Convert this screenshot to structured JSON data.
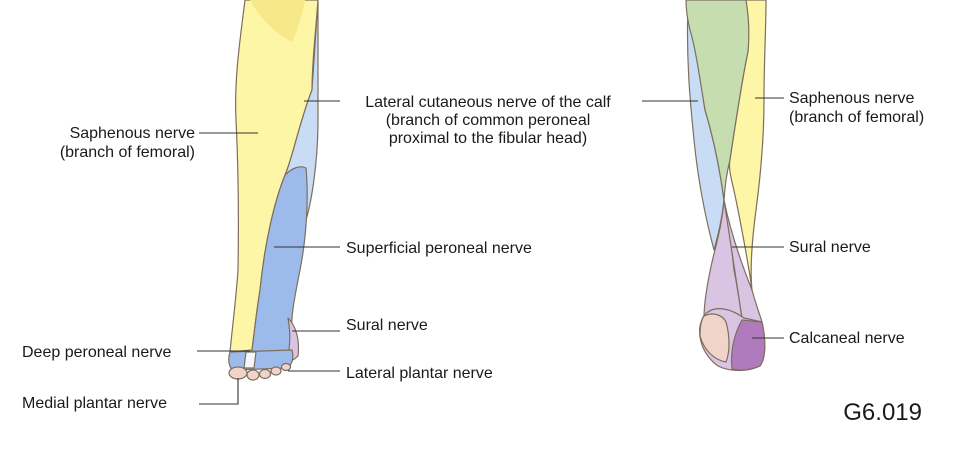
{
  "figure_id": "G6.019",
  "colors": {
    "saphenous": "#fdf6a6",
    "saphenous_upper": "#f7e98a",
    "lateral_cutaneous": "#c8ddf5",
    "superficial_peroneal": "#9dbbea",
    "deep_peroneal": "#7f9fdd",
    "sural": "#d9c4e4",
    "calcaneal": "#b07bbd",
    "posterior_upper": "#c6ddb0",
    "skin": "#f0d3c9",
    "outline": "#7d6e5e"
  },
  "anterior_view": {
    "labels": {
      "saphenous_1": "Saphenous nerve",
      "saphenous_2": "(branch of femoral)",
      "lateral_cutaneous_1": "Lateral cutaneous nerve of the calf",
      "lateral_cutaneous_2": "(branch of common peroneal",
      "lateral_cutaneous_3": "proximal to the fibular head)",
      "superficial_peroneal": "Superficial peroneal nerve",
      "sural": "Sural nerve",
      "deep_peroneal": "Deep peroneal nerve",
      "lateral_plantar": "Lateral plantar nerve",
      "medial_plantar": "Medial plantar nerve"
    }
  },
  "posterior_view": {
    "labels": {
      "saphenous_1": "Saphenous nerve",
      "saphenous_2": "(branch of femoral)",
      "sural": "Sural nerve",
      "calcaneal": "Calcaneal nerve"
    }
  }
}
